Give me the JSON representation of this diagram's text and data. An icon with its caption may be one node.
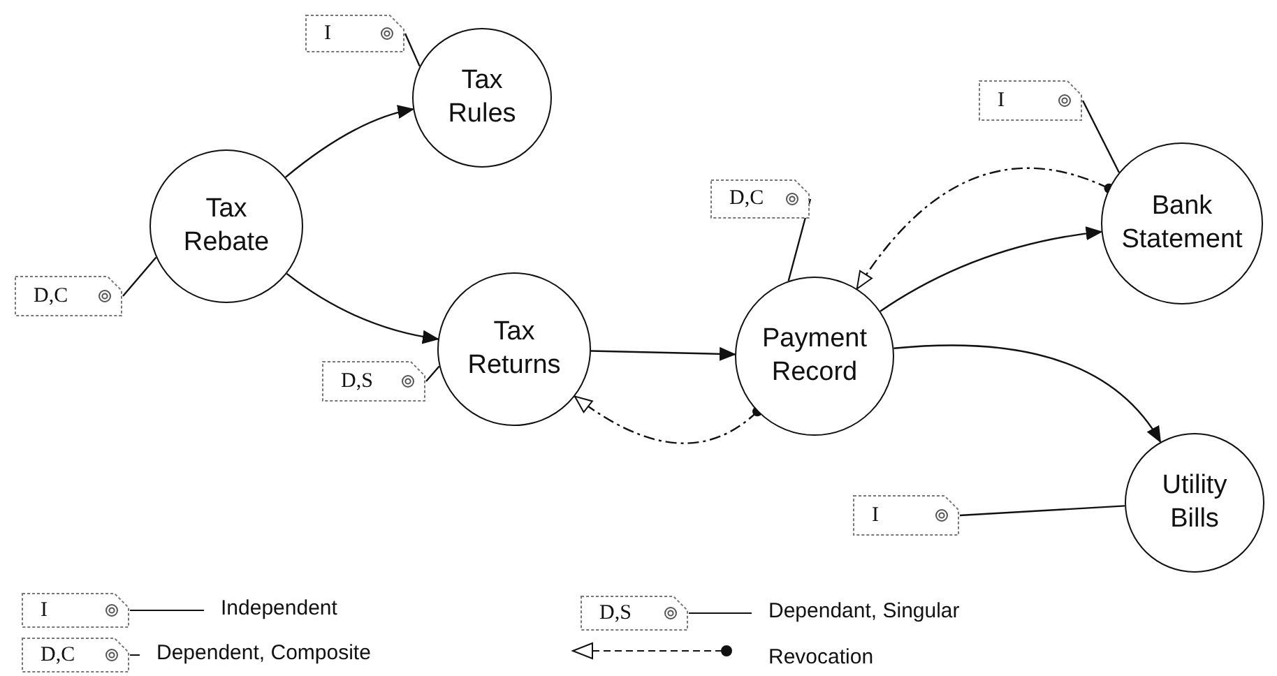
{
  "diagram": {
    "nodes": [
      {
        "text": [
          "Tax Rebate"
        ]
      },
      {
        "text": [
          "Tax Rules"
        ]
      },
      {
        "text": [
          "Tax Returns"
        ]
      },
      {
        "text": [
          "Payment Record"
        ]
      },
      {
        "text": [
          "Bank Statement"
        ]
      },
      {
        "text": [
          "Utility Bills"
        ]
      },
      {
        "text": [
          "I"
        ]
      },
      {
        "text": [
          "D,C"
        ]
      },
      {
        "text": [
          "D,S"
        ]
      },
      {
        "text": [
          "D,C"
        ]
      },
      {
        "text": [
          "I"
        ]
      },
      {
        "text": [
          "I"
        ]
      },
      {
        "text": [
          "I"
        ]
      },
      {
        "text": [
          "D,S"
        ]
      },
      {
        "text": [
          "D,C"
        ]
      }
    ],
    "edges": [
      {
        "from": 0,
        "to": 1,
        "arrow": "to"
      },
      {
        "from": 0,
        "to": 2,
        "arrow": "to"
      },
      {
        "from": 2,
        "to": 3,
        "arrow": "to"
      },
      {
        "from": 3,
        "to": 4,
        "arrow": "to"
      },
      {
        "from": 3,
        "to": 5,
        "arrow": "to"
      },
      {
        "from": 4,
        "to": 3,
        "arrow": "to",
        "style": "dashed"
      },
      {
        "from": 3,
        "to": 2,
        "arrow": "to",
        "style": "dashed"
      },
      {
        "from": 6,
        "to": 1,
        "arrow": "none"
      },
      {
        "from": 7,
        "to": 0,
        "arrow": "none"
      },
      {
        "from": 8,
        "to": 2,
        "arrow": "none"
      },
      {
        "from": 9,
        "to": 3,
        "arrow": "none"
      },
      {
        "from": 10,
        "to": 4,
        "arrow": "none"
      },
      {
        "from": 11,
        "to": 5,
        "arrow": "none"
      }
    ],
    "legend": [
      {
        "text": "Independent"
      },
      {
        "text": "Dependant, Singular"
      },
      {
        "text": "Dependent, Composite"
      },
      {
        "text": "Revocation"
      }
    ]
  }
}
